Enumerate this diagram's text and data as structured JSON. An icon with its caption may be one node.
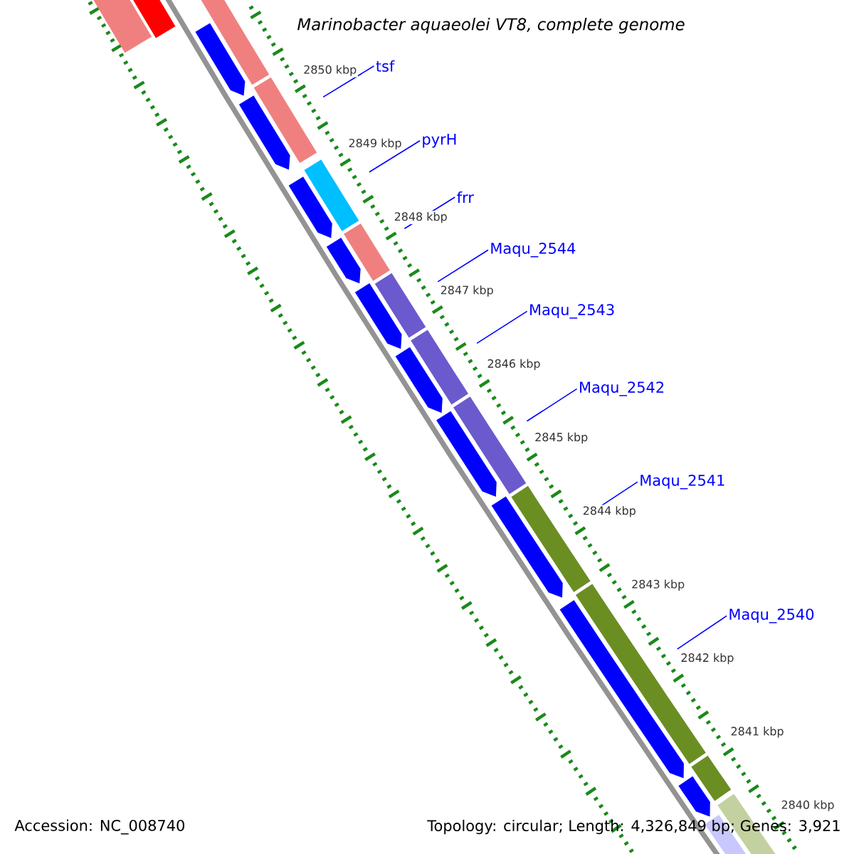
{
  "diagram": {
    "title": "Marinobacter aquaeolei VT8, complete genome",
    "nodes": [
      {
        "text": [
          "tsf"
        ]
      },
      {
        "text": [],
        "shape": "bar"
      },
      {
        "text": [
          "pyrH"
        ]
      },
      {
        "text": [],
        "shape": "bar"
      },
      {
        "text": [
          "frr"
        ]
      },
      {
        "text": [],
        "shape": "bar"
      },
      {
        "text": [
          "Maqu_2544"
        ]
      },
      {
        "text": [],
        "shape": "bar"
      },
      {
        "text": [
          "Maqu_2543"
        ]
      },
      {
        "text": [],
        "shape": "bar"
      },
      {
        "text": [
          "Maqu_2542"
        ]
      },
      {
        "text": [],
        "shape": "bar"
      },
      {
        "text": [
          "Maqu_2541"
        ]
      },
      {
        "text": [],
        "shape": "bar"
      },
      {
        "text": [
          "Maqu_2540"
        ]
      },
      {
        "text": [],
        "shape": "bar"
      },
      {
        "text": [],
        "shape": "bar"
      },
      {
        "text": [],
        "shape": "bar"
      },
      {
        "text": [],
        "shape": "bar"
      },
      {
        "text": [],
        "shape": "bar"
      },
      {
        "text": [],
        "shape": "bar"
      },
      {
        "text": [],
        "shape": "arrow"
      },
      {
        "text": [],
        "shape": "arrow"
      },
      {
        "text": [],
        "shape": "arrow"
      },
      {
        "text": [],
        "shape": "arrow"
      },
      {
        "text": [],
        "shape": "arrow"
      },
      {
        "text": [],
        "shape": "arrow"
      },
      {
        "text": [],
        "shape": "arrow"
      },
      {
        "text": [],
        "shape": "arrow"
      },
      {
        "text": [],
        "shape": "arrow"
      },
      {
        "text": [],
        "shape": "arrow"
      },
      {
        "text": [],
        "shape": "bar"
      }
    ],
    "edges": [
      {
        "from": 0,
        "to": 1,
        "arrow": "none"
      },
      {
        "from": 2,
        "to": 3,
        "arrow": "none"
      },
      {
        "from": 4,
        "to": 5,
        "arrow": "none"
      },
      {
        "from": 6,
        "to": 7,
        "arrow": "none"
      },
      {
        "from": 8,
        "to": 9,
        "arrow": "none"
      },
      {
        "from": 10,
        "to": 11,
        "arrow": "none"
      },
      {
        "from": 12,
        "to": 13,
        "arrow": "none"
      },
      {
        "from": 14,
        "to": 15,
        "arrow": "none"
      }
    ],
    "labels": [
      "2850 kbp",
      "2849 kbp",
      "2848 kbp",
      "2847 kbp",
      "2846 kbp",
      "2845 kbp",
      "2844 kbp",
      "2843 kbp",
      "2842 kbp",
      "2841 kbp",
      "2840 kbp",
      "Accession: NC_008740",
      "Topology: circular; Length: 4,326,849 bp; Genes: 3,921"
    ]
  }
}
